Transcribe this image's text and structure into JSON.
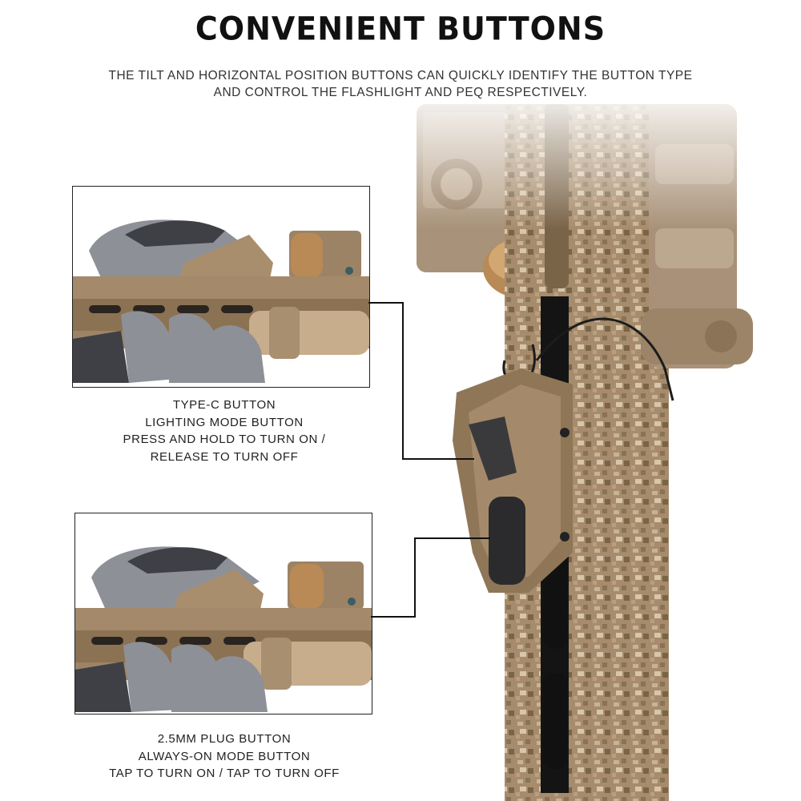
{
  "header": {
    "title": "CONVENIENT BUTTONS",
    "subtitle_lines": [
      "THE TILT AND HORIZONTAL POSITION BUTTONS CAN QUICKLY IDENTIFY THE BUTTON TYPE",
      "AND CONTROL THE FLASHLIGHT AND PEQ RESPECTIVELY."
    ]
  },
  "callouts": [
    {
      "lines": [
        "TYPE-C BUTTON",
        "LIGHTING MODE BUTTON",
        "PRESS AND HOLD TO TURN ON /",
        "RELEASE TO TURN OFF"
      ]
    },
    {
      "lines": [
        "2.5MM PLUG BUTTON",
        "ALWAYS-ON MODE BUTTON",
        "TAP TO TURN ON / TAP TO TURN OFF"
      ]
    }
  ],
  "colors": {
    "tan": "#a48a6a",
    "tan_dark": "#7d6549",
    "bronze": "#b98a55",
    "glove_gray": "#8e9097",
    "glove_dark": "#3f4046",
    "button_black": "#2b2b2e"
  }
}
